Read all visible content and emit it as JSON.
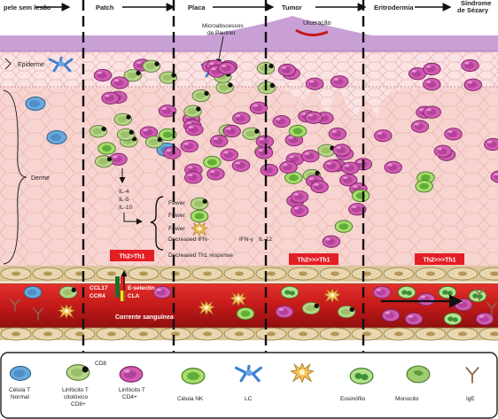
{
  "stages": {
    "normal": "pele sem lesão",
    "patch": "Patch",
    "plaque": "Placa",
    "tumor": "Tumor",
    "erythroderma": "Eritrodermia",
    "sezary_line1": "Síndrome",
    "sezary_line2": "de Sézary"
  },
  "callouts": {
    "microabscess_line1": "Microabscessos",
    "microabscess_line2": "de Pautrier",
    "ulceration": "Ulceração"
  },
  "layers": {
    "epidermis": "Epiderme",
    "dermis": "Derme"
  },
  "cytokines": [
    "IL-4",
    "IL-5",
    "IL-10"
  ],
  "effects": {
    "fewer": "Fewer",
    "ifn_text": "Decreased IFN-",
    "ifn_text2": "IFN-γ",
    "il12": "IL-12",
    "th1": "Decreased Th1 response"
  },
  "badges": {
    "patch": "Th2>Th1",
    "tumor": "Th2>>>Th1",
    "erythroderma": "Th2>>>Th1"
  },
  "blood": {
    "chemokine1": "CCL17",
    "chemokine2": "CCR4",
    "selectin": "E-selectin",
    "cla": "CLA",
    "stream": "Corrente sanguínea"
  },
  "legend": {
    "cd8_tag": "CD8",
    "t_normal_1": "Célula T",
    "t_normal_2": "Normal",
    "t_cd8_1": "Linfócito T",
    "t_cd8_2": "citotóxico",
    "t_cd8_3": "CD8+",
    "t_cd4_1": "Linfócito T",
    "t_cd4_2": "CD4+",
    "nk": "Célula NK",
    "lc": "LC",
    "eosinophil": "Eosinófilo",
    "monocyte": "Monocito",
    "ige": "IgE"
  },
  "colors": {
    "epidermis_top": "#c9a0d6",
    "dermis": "#f7d4d0",
    "vessel": "#c41a1a",
    "cd4_cell": "#d15bb0",
    "cd8_cell": "#b8d68a",
    "nk_cell": "#7ec84a",
    "badge": "#e31e24"
  }
}
